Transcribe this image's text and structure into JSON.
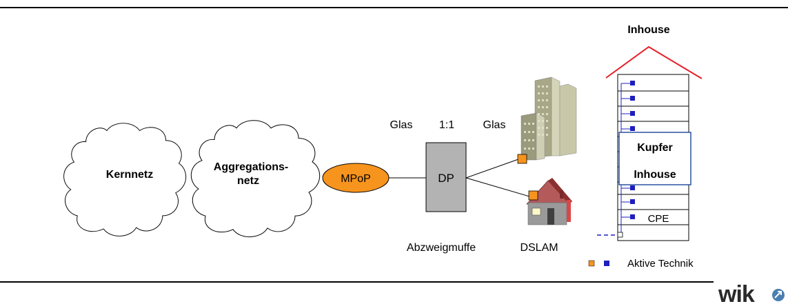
{
  "labels": {
    "inhouse": "Inhouse",
    "kernnetz": "Kernnetz",
    "aggregation_line1": "Aggregations-",
    "aggregation_line2": "netz",
    "mpop": "MPoP",
    "dp": "DP",
    "glas_left": "Glas",
    "ratio": "1:1",
    "glas_right": "Glas",
    "abzweigmuffe": "Abzweigmuffe",
    "dslam": "DSLAM",
    "kupfer": "Kupfer",
    "inhouse_box": "Inhouse",
    "cpe": "CPE",
    "aktive_technik": "Aktive Technik",
    "logo": "wik"
  },
  "colors": {
    "mpop_fill": "#f7941d",
    "roof": "#e8202a",
    "active_orange": "#f7941d",
    "active_blue": "#1f1fbf",
    "kupfer_border": "#2850a0",
    "dp_fill": "#b3b3b3",
    "logo_accent": "#4a7fb0"
  }
}
